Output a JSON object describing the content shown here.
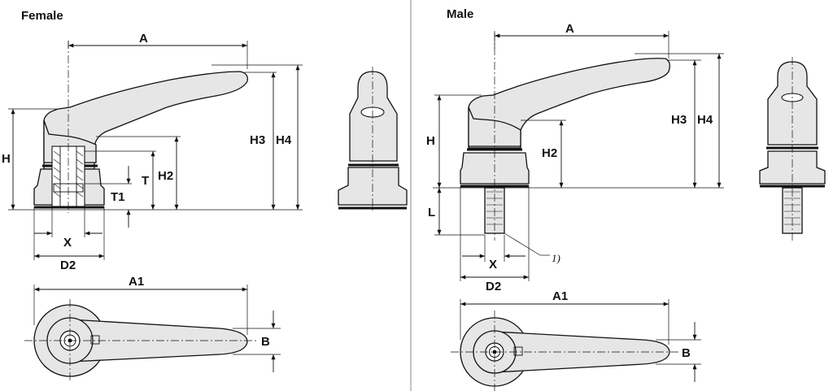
{
  "female": {
    "title": "Female",
    "labels": {
      "A": "A",
      "A1": "A1",
      "H": "H",
      "H2": "H2",
      "H3": "H3",
      "H4": "H4",
      "T": "T",
      "T1": "T1",
      "X": "X",
      "D2": "D2",
      "B": "B"
    }
  },
  "male": {
    "title": "Male",
    "labels": {
      "A": "A",
      "A1": "A1",
      "H": "H",
      "H2": "H2",
      "H3": "H3",
      "H4": "H4",
      "L": "L",
      "X": "X",
      "D2": "D2",
      "B": "B"
    },
    "note": "1)"
  },
  "colors": {
    "part_fill": "#e6e6e6",
    "line": "#111111"
  }
}
